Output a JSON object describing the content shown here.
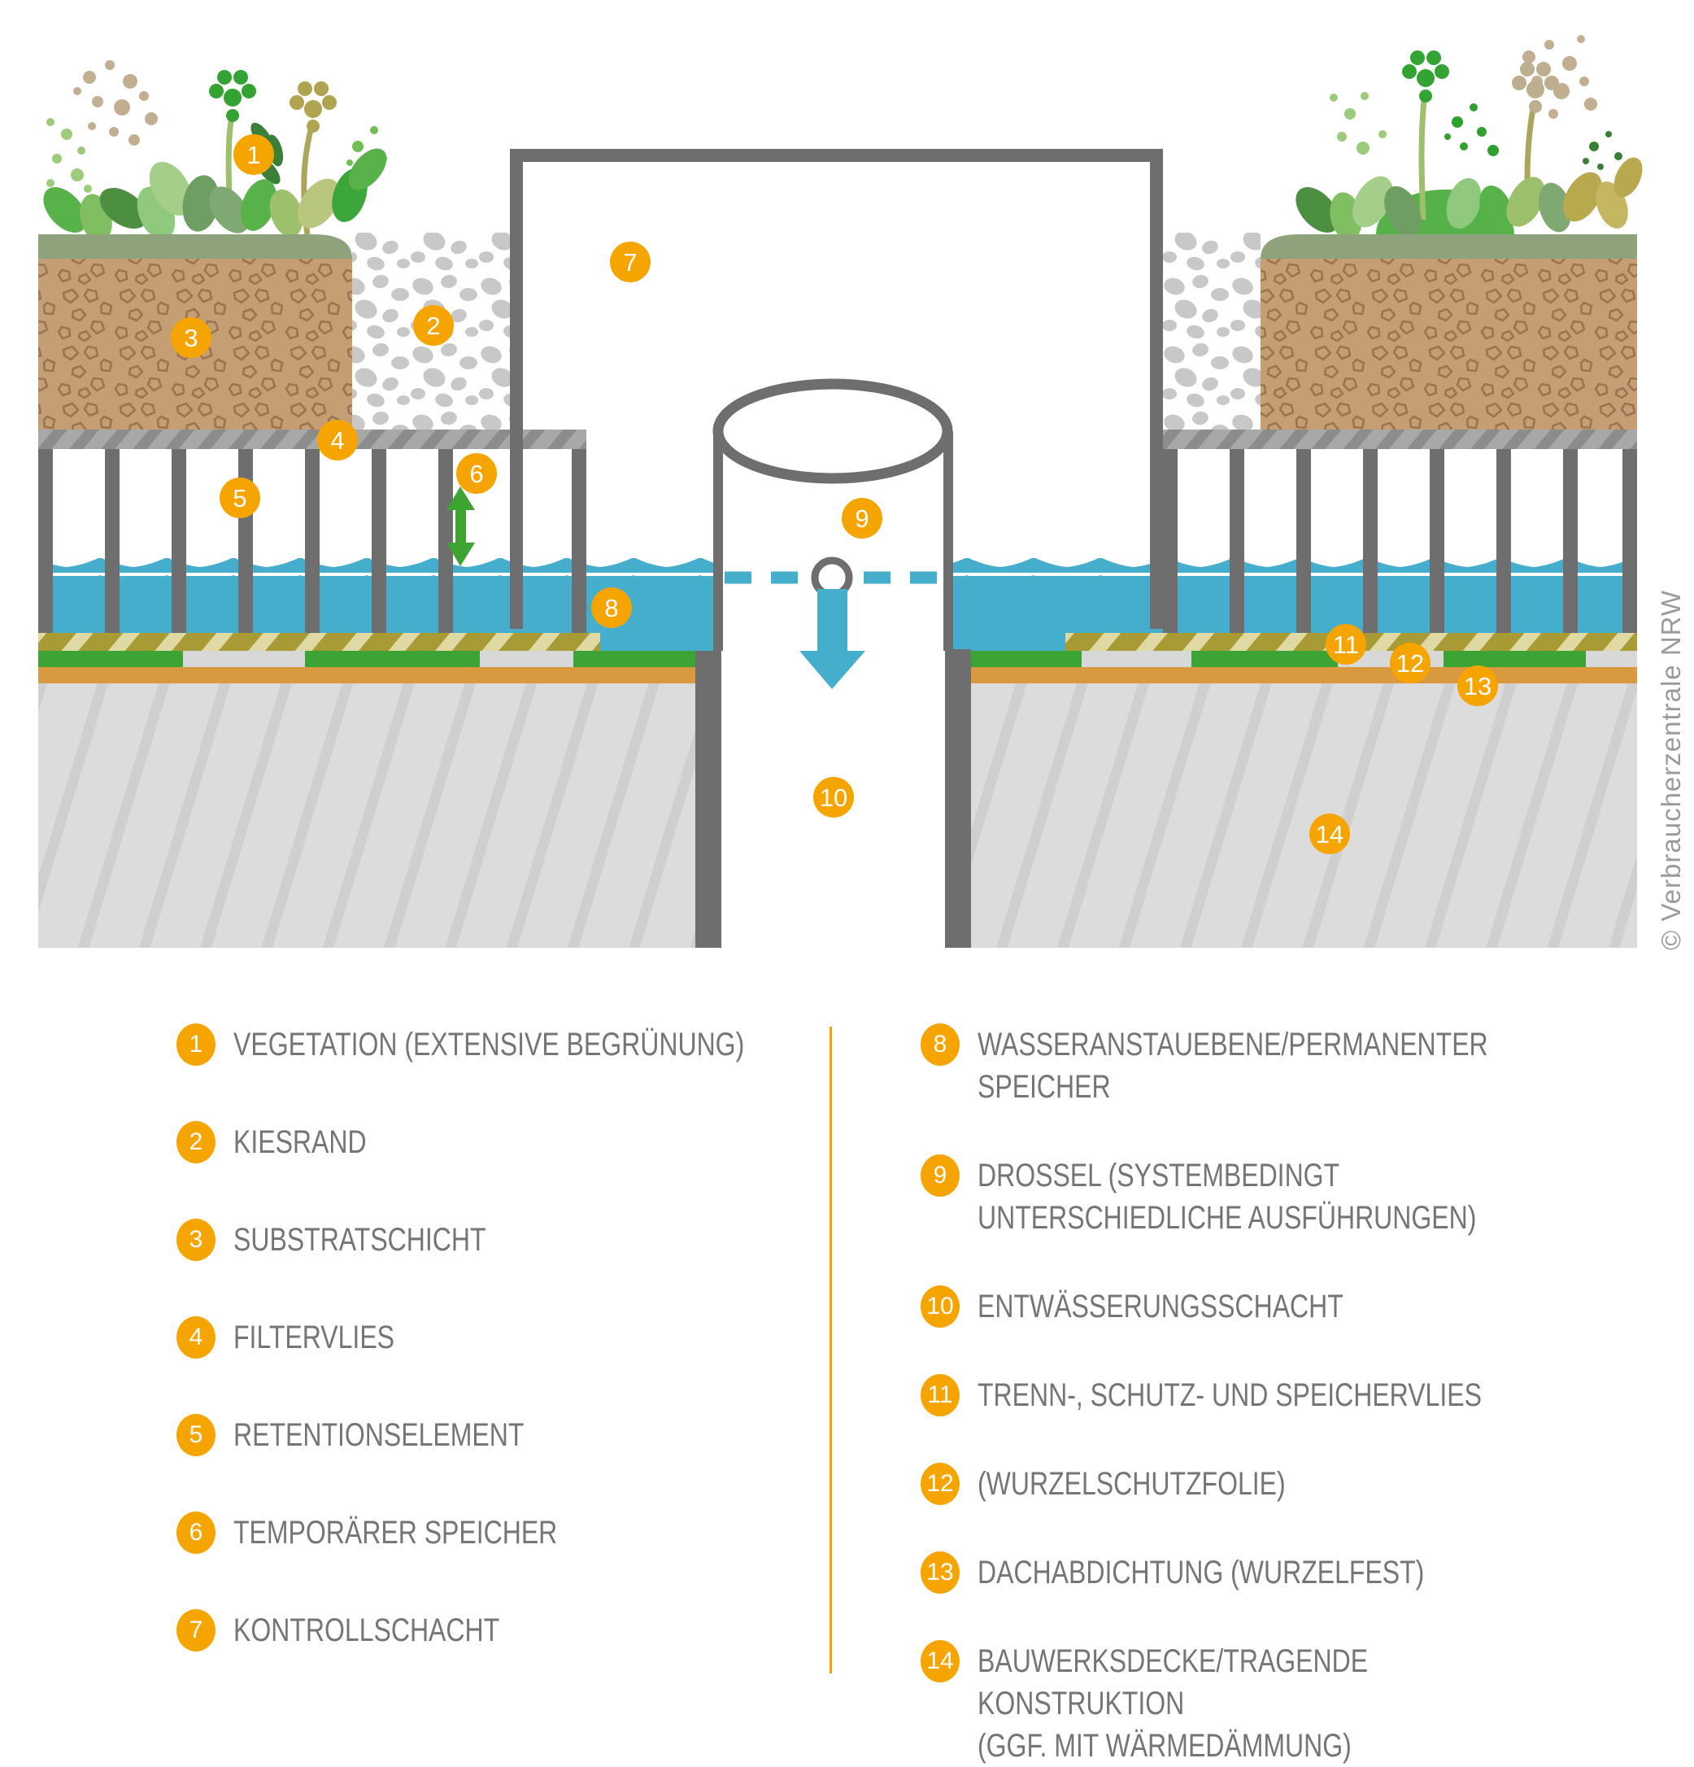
{
  "credit": "© Verbraucherzentrale NRW",
  "colors": {
    "accent_orange": "#F6A500",
    "water_blue": "#45AECD",
    "arrow_green": "#3EA431",
    "band_green": "#3BA435",
    "band_orange": "#D9993E",
    "band_olive": "#A89A34",
    "substrate_brown": "#C69E74",
    "substrate_cap_green": "#8EA37B",
    "wall_gray": "#6E6E6E",
    "concrete_gray": "#DCDCDC",
    "legend_text_gray": "#757575"
  },
  "legend": {
    "left": [
      {
        "num": "1",
        "label": "VEGETATION (EXTENSIVE BEGRÜNUNG)"
      },
      {
        "num": "2",
        "label": "KIESRAND"
      },
      {
        "num": "3",
        "label": "SUBSTRATSCHICHT"
      },
      {
        "num": "4",
        "label": "FILTERVLIES"
      },
      {
        "num": "5",
        "label": "RETENTIONSELEMENT"
      },
      {
        "num": "6",
        "label": "TEMPORÄRER SPEICHER"
      },
      {
        "num": "7",
        "label": "KONTROLLSCHACHT"
      }
    ],
    "right": [
      {
        "num": "8",
        "label": "WASSERANSTAUEBENE/PERMANENTER SPEICHER"
      },
      {
        "num": "9",
        "label": "DROSSEL (SYSTEMBEDINGT\nUNTERSCHIEDLICHE AUSFÜHRUNGEN)"
      },
      {
        "num": "10",
        "label": "ENTWÄSSERUNGSSCHACHT"
      },
      {
        "num": "11",
        "label": "TRENN-, SCHUTZ- UND SPEICHERVLIES"
      },
      {
        "num": "12",
        "label": "(WURZELSCHUTZFOLIE)"
      },
      {
        "num": "13",
        "label": "DACHABDICHTUNG (WURZELFEST)"
      },
      {
        "num": "14",
        "label": "BAUWERKSDECKE/TRAGENDE KONSTRUKTION\n(GGF. MIT WÄRMEDÄMMUNG)"
      }
    ]
  },
  "diagram": {
    "markers": [
      {
        "n": "1"
      },
      {
        "n": "2"
      },
      {
        "n": "3"
      },
      {
        "n": "4"
      },
      {
        "n": "5"
      },
      {
        "n": "6"
      },
      {
        "n": "7"
      },
      {
        "n": "8"
      },
      {
        "n": "9"
      },
      {
        "n": "10"
      },
      {
        "n": "11"
      },
      {
        "n": "12"
      },
      {
        "n": "13"
      },
      {
        "n": "14"
      }
    ]
  }
}
